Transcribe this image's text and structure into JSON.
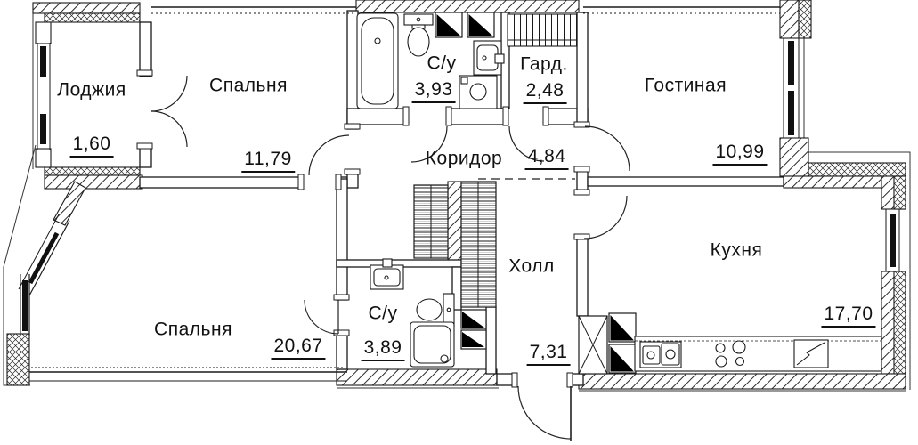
{
  "plan": {
    "type": "apartment-floor-plan",
    "colors": {
      "background": "#ffffff",
      "lines": "#1a1a1a"
    },
    "rooms": {
      "loggia": {
        "name": "Лоджия",
        "area": "1,60"
      },
      "bedroom1": {
        "name": "Спальня",
        "area": "11,79"
      },
      "bathroom1": {
        "name": "С/у",
        "area": "3,93"
      },
      "wardrobe": {
        "name": "Гард.",
        "area": "2,48"
      },
      "living": {
        "name": "Гостиная",
        "area": "10,99"
      },
      "corridor": {
        "name": "Коридор",
        "area": "4,84"
      },
      "hall": {
        "name": "Холл",
        "area": "7,31"
      },
      "kitchen": {
        "name": "Кухня",
        "area": "17,70"
      },
      "bedroom2": {
        "name": "Спальня",
        "area": "20,67"
      },
      "bathroom2": {
        "name": "С/у",
        "area": "3,89"
      }
    }
  }
}
